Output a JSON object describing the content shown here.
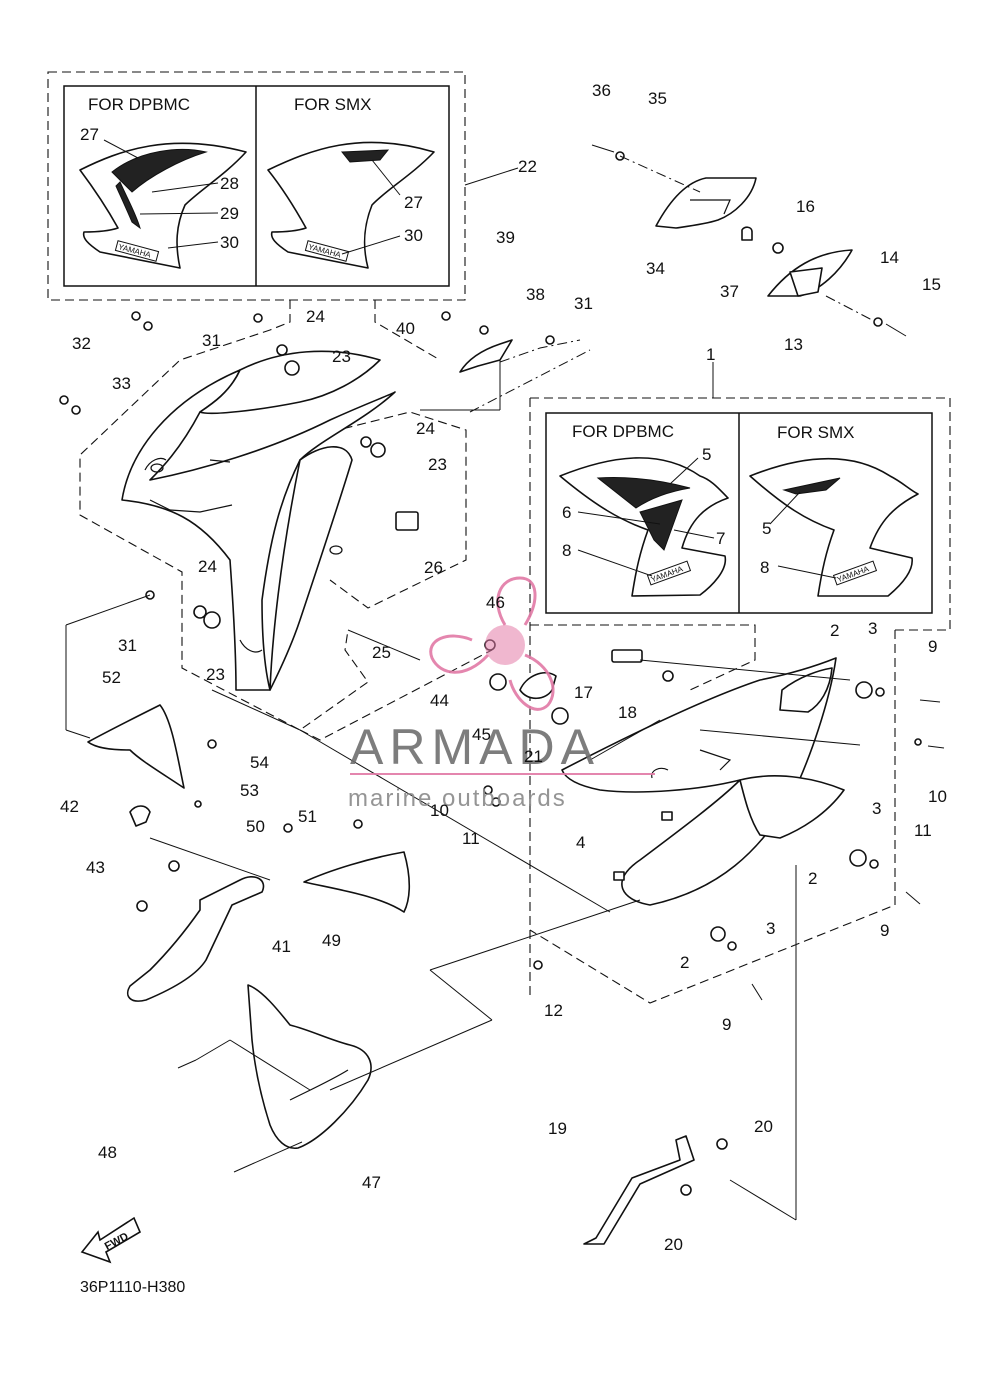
{
  "diagram_code": "36P1110-H380",
  "fwd_label": "FWD",
  "watermark": {
    "brand": "ARMADA",
    "tagline": "marine outboards",
    "brand_color": "#e27aa6"
  },
  "inset_top": {
    "left_header": "FOR DPBMC",
    "right_header": "FOR SMX",
    "group_number": "22"
  },
  "inset_right": {
    "left_header": "FOR DPBMC",
    "right_header": "FOR SMX",
    "group_number": "1"
  },
  "callouts": [
    "1",
    "2",
    "3",
    "4",
    "5",
    "6",
    "7",
    "8",
    "9",
    "10",
    "11",
    "12",
    "13",
    "14",
    "15",
    "16",
    "17",
    "18",
    "19",
    "20",
    "21",
    "22",
    "23",
    "24",
    "25",
    "26",
    "27",
    "28",
    "29",
    "30",
    "31",
    "32",
    "33",
    "34",
    "35",
    "36",
    "37",
    "38",
    "39",
    "40",
    "41",
    "42",
    "43",
    "44",
    "45",
    "46",
    "47",
    "48",
    "49",
    "50",
    "51",
    "52",
    "53",
    "54"
  ],
  "decal_text": "YAMAHA"
}
